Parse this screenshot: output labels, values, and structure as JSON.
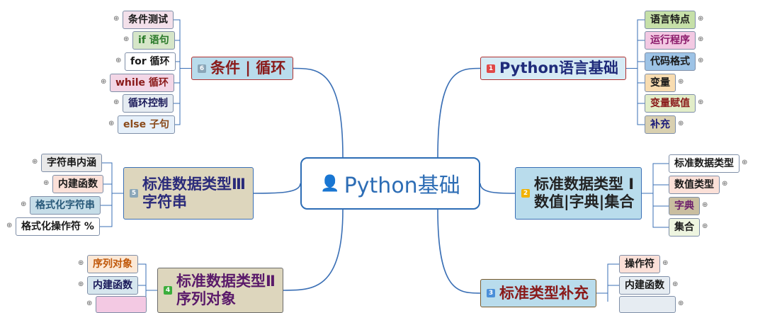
{
  "colors": {
    "link": "#3a6fb5",
    "central_border": "#2d6db5"
  },
  "central": {
    "icon": "person-icon",
    "label": "Python基础"
  },
  "topics": [
    {
      "id": "t1",
      "badge": "1",
      "badge_color": "#e04848",
      "lines": [
        "Python语言基础"
      ],
      "bg": "#d6ebf5",
      "color": "#1f2b7a",
      "border": "#b03030"
    },
    {
      "id": "t2",
      "badge": "2",
      "badge_color": "#f2b200",
      "lines": [
        "标准数据类型 I",
        "数值|字典|集合"
      ],
      "bg": "#b9dcec",
      "color": "#222222",
      "border": "#3a6fb5"
    },
    {
      "id": "t3",
      "badge": "3",
      "badge_color": "#4a8fd9",
      "lines": [
        "标准类型补充"
      ],
      "bg": "#b9dcec",
      "color": "#8a1a1a",
      "border": "#7a5a2a"
    },
    {
      "id": "t4",
      "badge": "4",
      "badge_color": "#3cae3c",
      "lines": [
        "标准数据类型Ⅱ",
        "序列对象"
      ],
      "bg": "#ddd6bd",
      "color": "#5a1a6a",
      "border": "#6b6b6b"
    },
    {
      "id": "t5",
      "badge": "5",
      "badge_color": "#8aa6b8",
      "lines": [
        "标准数据类型Ⅲ",
        "字符串"
      ],
      "bg": "#ddd6bd",
      "color": "#2a2a7a",
      "border": "#3a6fb5"
    },
    {
      "id": "t6",
      "badge": "6",
      "badge_color": "#8aa6b8",
      "lines": [
        "条件 | 循环"
      ],
      "bg": "#b9dcec",
      "color": "#8a1a1a",
      "border": "#b03030"
    }
  ],
  "leaves": {
    "t1": [
      {
        "label": "语言特点",
        "bg": "#c6e0a8",
        "color": "#1a1a1a"
      },
      {
        "label": "运行程序",
        "bg": "#f3c9e3",
        "color": "#8a1a6a"
      },
      {
        "label": "代码格式",
        "bg": "#9dc3e6",
        "color": "#1a1a1a"
      },
      {
        "label": "变量",
        "bg": "#f8dcb0",
        "color": "#1a1a1a"
      },
      {
        "label": "变量赋值",
        "bg": "#e2edc8",
        "color": "#8a1a1a"
      },
      {
        "label": "补充",
        "bg": "#d9d0b0",
        "color": "#1a1a7a"
      }
    ],
    "t2": [
      {
        "label": "标准数据类型",
        "bg": "#ffffff",
        "color": "#1a1a1a"
      },
      {
        "label": "数值类型",
        "bg": "#fbe0d8",
        "color": "#1a1a1a"
      },
      {
        "label": "字典",
        "bg": "#c9bea0",
        "color": "#6a1a6a"
      },
      {
        "label": "集合",
        "bg": "#eef5e0",
        "color": "#1a1a1a"
      }
    ],
    "t3": [
      {
        "label": "操作符",
        "bg": "#fbe0d8",
        "color": "#1a1a1a"
      },
      {
        "label": "内建函数",
        "bg": "#e6ecf2",
        "color": "#1a1a1a"
      },
      {
        "label": "",
        "bg": "#e6ecf2",
        "color": "#1a1a1a"
      }
    ],
    "t4": [
      {
        "label": "序列对象",
        "bg": "#fbe8d6",
        "color": "#c0580a"
      },
      {
        "label": "内建函数",
        "bg": "#d6e6ee",
        "color": "#1a1a5a"
      },
      {
        "label": "",
        "bg": "#f3c9e3",
        "color": "#8a1a6a"
      }
    ],
    "t5": [
      {
        "label": "字符串内涵",
        "bg": "#e9e9e9",
        "color": "#1a1a1a"
      },
      {
        "label": "内建函数",
        "bg": "#fbe0d8",
        "color": "#1a1a1a"
      },
      {
        "label": "格式化字符串",
        "bg": "#c6dde8",
        "color": "#2a5a7a"
      },
      {
        "label": "格式化操作符 %",
        "bg": "#ffffff",
        "color": "#1a1a1a"
      }
    ],
    "t6": [
      {
        "label": "条件测试",
        "bg": "#f3e0ea",
        "color": "#1a1a1a"
      },
      {
        "label": "if 语句",
        "bg": "#d6e6c8",
        "color": "#2a7a2a"
      },
      {
        "label": "for 循环",
        "bg": "#ffffff",
        "color": "#1a1a1a"
      },
      {
        "label": "while 循环",
        "bg": "#f3d6e6",
        "color": "#8a1a1a"
      },
      {
        "label": "循环控制",
        "bg": "#e6ecf2",
        "color": "#1a1a5a"
      },
      {
        "label": "else 子句",
        "bg": "#e6f0fa",
        "color": "#8a4a1a"
      }
    ]
  }
}
